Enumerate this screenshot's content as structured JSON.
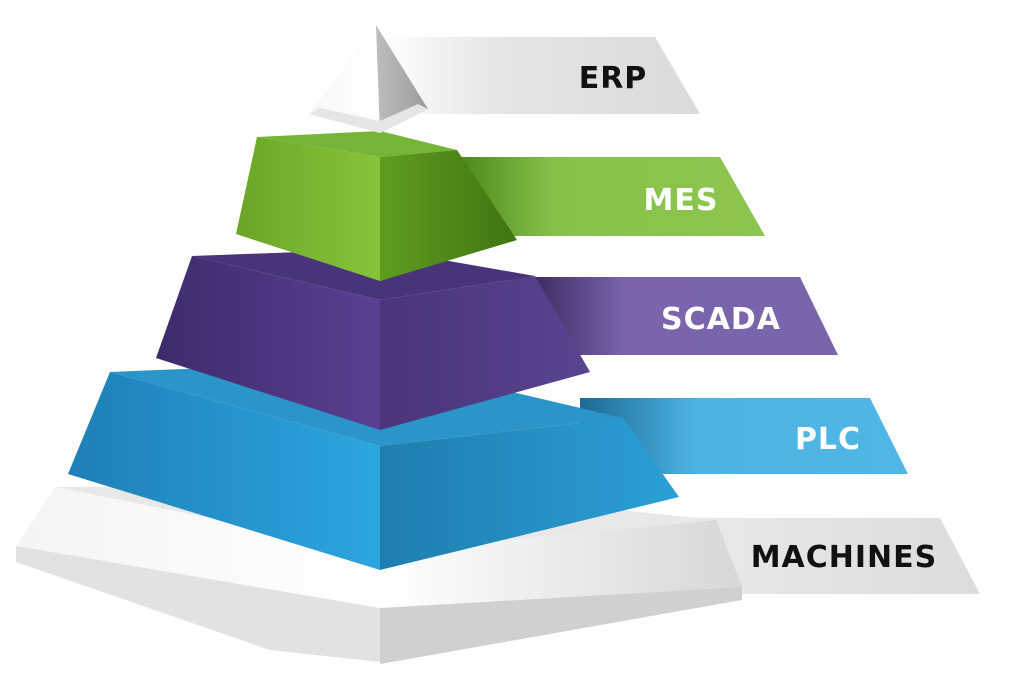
{
  "diagram": {
    "type": "layered-pyramid",
    "layers": [
      {
        "id": "erp",
        "label": "ERP",
        "color": "#d9d9d9",
        "text_color": "#111111"
      },
      {
        "id": "mes",
        "label": "MES",
        "color": "#7cbb2e",
        "text_color": "#ffffff"
      },
      {
        "id": "scada",
        "label": "SCADA",
        "color": "#5a3f8f",
        "text_color": "#ffffff"
      },
      {
        "id": "plc",
        "label": "PLC",
        "color": "#2fa6dc",
        "text_color": "#ffffff"
      },
      {
        "id": "machines",
        "label": "MACHINES",
        "color": "#dcdcdc",
        "text_color": "#111111"
      }
    ]
  }
}
